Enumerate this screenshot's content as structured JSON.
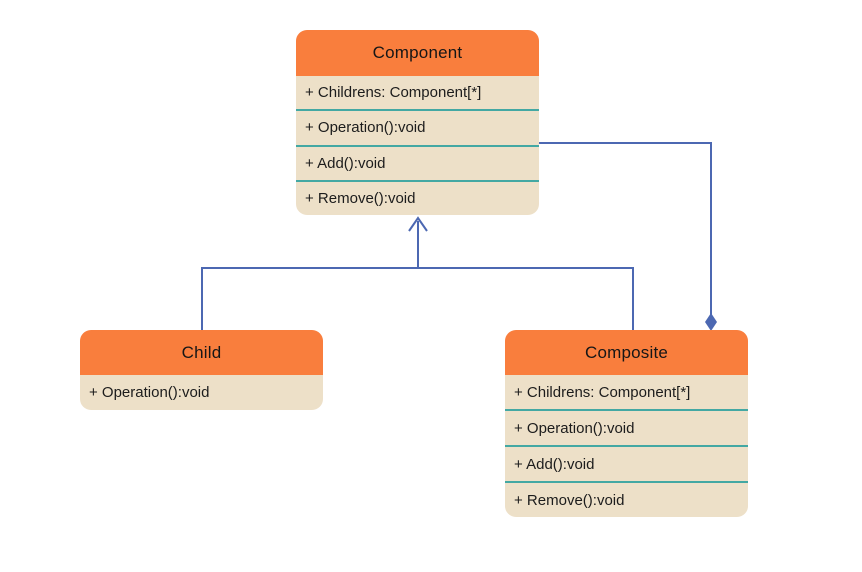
{
  "diagram": {
    "type": "uml-class-diagram",
    "pattern": "Composite",
    "classes": {
      "component": {
        "name": "Component",
        "members": [
          "+ Childrens: Component[*]",
          "+ Operation():void",
          "+ Add():void",
          "+ Remove():void"
        ]
      },
      "child": {
        "name": "Child",
        "members": [
          "+ Operation():void"
        ]
      },
      "composite": {
        "name": "Composite",
        "members": [
          "+ Childrens: Component[*]",
          "+ Operation():void",
          "+ Add():void",
          "+ Remove():void"
        ]
      }
    },
    "relationships": [
      {
        "type": "generalization",
        "from": "Child",
        "to": "Component",
        "marker": "open-arrow"
      },
      {
        "type": "generalization",
        "from": "Composite",
        "to": "Component",
        "marker": "open-arrow"
      },
      {
        "type": "aggregation",
        "from": "Component",
        "to": "Composite",
        "marker": "filled-diamond"
      }
    ],
    "colors": {
      "header_fill": "#f97e3d",
      "body_fill": "#ede0c8",
      "row_divider": "#43a8a3",
      "connector": "#4c68b2",
      "text": "#1c1c1c",
      "background": "#ffffff"
    }
  }
}
